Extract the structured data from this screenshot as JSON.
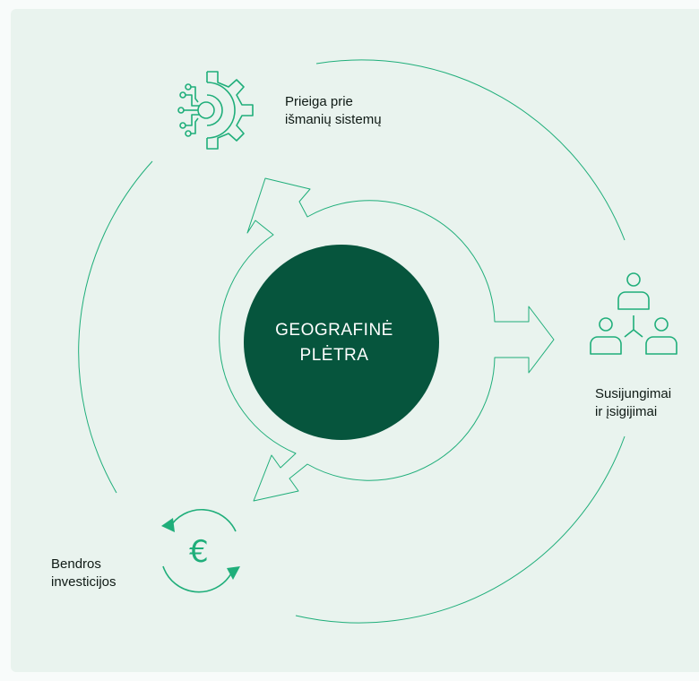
{
  "center": {
    "line1": "GEOGRAFINĖ",
    "line2": "PLĖTRA"
  },
  "items": [
    {
      "icon": "gear-circuit-icon",
      "line1": "Prieiga prie",
      "line2": "išmanių sistemų"
    },
    {
      "icon": "people-network-icon",
      "line1": "Susijungimai",
      "line2": "ir įsigijimai"
    },
    {
      "icon": "euro-cycle-icon",
      "line1": "Bendros",
      "line2": "investicijos"
    }
  ],
  "colors": {
    "panel": "#e9f3ee",
    "accent": "#1fae7a",
    "center_fill": "#06553d",
    "text": "#0f1a15"
  }
}
